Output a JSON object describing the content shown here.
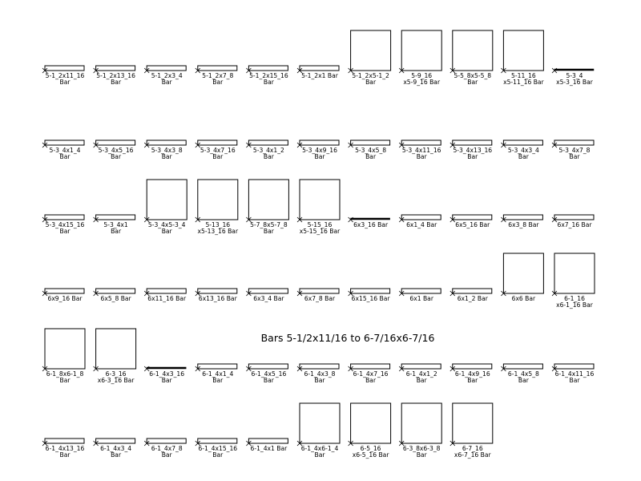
{
  "title": "Bars 5-1/2x11/16 to 6-7/16x6-7/16",
  "rows": [
    [
      {
        "l1": "5-1_2x11_16",
        "l2": "Bar",
        "shape": "flat"
      },
      {
        "l1": "5-1_2x13_16",
        "l2": "Bar",
        "shape": "flat"
      },
      {
        "l1": "5-1_2x3_4",
        "l2": "Bar",
        "shape": "flat"
      },
      {
        "l1": "5-1_2x7_8",
        "l2": "Bar",
        "shape": "flat"
      },
      {
        "l1": "5-1_2x15_16",
        "l2": "Bar",
        "shape": "flat"
      },
      {
        "l1": "5-1_2x1 Bar",
        "l2": "",
        "shape": "flat"
      },
      {
        "l1": "5-1_2x5-1_2",
        "l2": "Bar",
        "shape": "square"
      },
      {
        "l1": "5-9_16",
        "l2": "x5-9_16 Bar",
        "shape": "square"
      },
      {
        "l1": "5-5_8x5-5_8",
        "l2": "Bar",
        "shape": "square"
      },
      {
        "l1": "5-11_16",
        "l2": "x5-11_16 Bar",
        "shape": "square"
      },
      {
        "l1": "5-3_4",
        "l2": "x5-3_16 Bar",
        "shape": "thin"
      }
    ],
    [
      {
        "l1": "5-3_4x1_4",
        "l2": "Bar",
        "shape": "flat"
      },
      {
        "l1": "5-3_4x5_16",
        "l2": "Bar",
        "shape": "flat"
      },
      {
        "l1": "5-3_4x3_8",
        "l2": "Bar",
        "shape": "flat"
      },
      {
        "l1": "5-3_4x7_16",
        "l2": "Bar",
        "shape": "flat"
      },
      {
        "l1": "5-3_4x1_2",
        "l2": "Bar",
        "shape": "flat"
      },
      {
        "l1": "5-3_4x9_16",
        "l2": "Bar",
        "shape": "flat"
      },
      {
        "l1": "5-3_4x5_8",
        "l2": "Bar",
        "shape": "flat"
      },
      {
        "l1": "5-3_4x11_16",
        "l2": "Bar",
        "shape": "flat"
      },
      {
        "l1": "5-3_4x13_16",
        "l2": "Bar",
        "shape": "flat"
      },
      {
        "l1": "5-3_4x3_4",
        "l2": "Bar",
        "shape": "flat"
      },
      {
        "l1": "5-3_4x7_8",
        "l2": "Bar",
        "shape": "flat"
      }
    ],
    [
      {
        "l1": "5-3_4x15_16",
        "l2": "Bar",
        "shape": "flat"
      },
      {
        "l1": "5-3_4x1",
        "l2": "Bar",
        "shape": "flat"
      },
      {
        "l1": "5-3_4x5-3_4",
        "l2": "Bar",
        "shape": "square"
      },
      {
        "l1": "5-13_16",
        "l2": "x5-13_16 Bar",
        "shape": "square"
      },
      {
        "l1": "5-7_8x5-7_8",
        "l2": "Bar",
        "shape": "square"
      },
      {
        "l1": "5-15_16",
        "l2": "x5-15_16 Bar",
        "shape": "square"
      },
      {
        "l1": "6x3_16 Bar",
        "l2": "",
        "shape": "thin"
      },
      {
        "l1": "6x1_4 Bar",
        "l2": "",
        "shape": "flat"
      },
      {
        "l1": "6x5_16 Bar",
        "l2": "",
        "shape": "flat"
      },
      {
        "l1": "6x3_8 Bar",
        "l2": "",
        "shape": "flat"
      },
      {
        "l1": "6x7_16 Bar",
        "l2": "",
        "shape": "flat"
      }
    ],
    [
      {
        "l1": "6x9_16 Bar",
        "l2": "",
        "shape": "flat"
      },
      {
        "l1": "6x5_8 Bar",
        "l2": "",
        "shape": "flat"
      },
      {
        "l1": "6x11_16 Bar",
        "l2": "",
        "shape": "flat"
      },
      {
        "l1": "6x13_16 Bar",
        "l2": "",
        "shape": "flat"
      },
      {
        "l1": "6x3_4 Bar",
        "l2": "",
        "shape": "flat"
      },
      {
        "l1": "6x7_8 Bar",
        "l2": "",
        "shape": "flat"
      },
      {
        "l1": "6x15_16 Bar",
        "l2": "",
        "shape": "flat"
      },
      {
        "l1": "6x1 Bar",
        "l2": "",
        "shape": "flat"
      },
      {
        "l1": "6x1_2 Bar",
        "l2": "",
        "shape": "flat"
      },
      {
        "l1": "6x6 Bar",
        "l2": "",
        "shape": "square"
      },
      {
        "l1": "6-1_16",
        "l2": "x6-1_16 Bar",
        "shape": "square"
      }
    ],
    [
      {
        "l1": "6-1_8x6-1_8",
        "l2": "Bar",
        "shape": "square"
      },
      {
        "l1": "6-3_16",
        "l2": "x6-3_16 Bar",
        "shape": "square"
      },
      {
        "l1": "6-1_4x3_16",
        "l2": "Bar",
        "shape": "thin"
      },
      {
        "l1": "6-1_4x1_4",
        "l2": "Bar",
        "shape": "flat"
      },
      {
        "l1": "6-1_4x5_16",
        "l2": "Bar",
        "shape": "flat"
      },
      {
        "l1": "6-1_4x3_8",
        "l2": "Bar",
        "shape": "flat"
      },
      {
        "l1": "6-1_4x7_16",
        "l2": "Bar",
        "shape": "flat"
      },
      {
        "l1": "6-1_4x1_2",
        "l2": "Bar",
        "shape": "flat"
      },
      {
        "l1": "6-1_4x9_16",
        "l2": "Bar",
        "shape": "flat"
      },
      {
        "l1": "6-1_4x5_8",
        "l2": "Bar",
        "shape": "flat"
      },
      {
        "l1": "6-1_4x11_16",
        "l2": "Bar",
        "shape": "flat"
      }
    ],
    [
      {
        "l1": "6-1_4x13_16",
        "l2": "Bar",
        "shape": "flat"
      },
      {
        "l1": "6-1_4x3_4",
        "l2": "Bar",
        "shape": "flat"
      },
      {
        "l1": "6-1_4x7_8",
        "l2": "Bar",
        "shape": "flat"
      },
      {
        "l1": "6-1_4x15_16",
        "l2": "Bar",
        "shape": "flat"
      },
      {
        "l1": "6-1_4x1 Bar",
        "l2": "",
        "shape": "flat"
      },
      {
        "l1": "6-1_4x6-1_4",
        "l2": "Bar",
        "shape": "square"
      },
      {
        "l1": "6-5_16",
        "l2": "x6-5_16 Bar",
        "shape": "square"
      },
      {
        "l1": "6-3_8x6-3_8",
        "l2": "Bar",
        "shape": "square"
      },
      {
        "l1": "6-7_16",
        "l2": "x6-7_16 Bar",
        "shape": "square"
      }
    ]
  ]
}
